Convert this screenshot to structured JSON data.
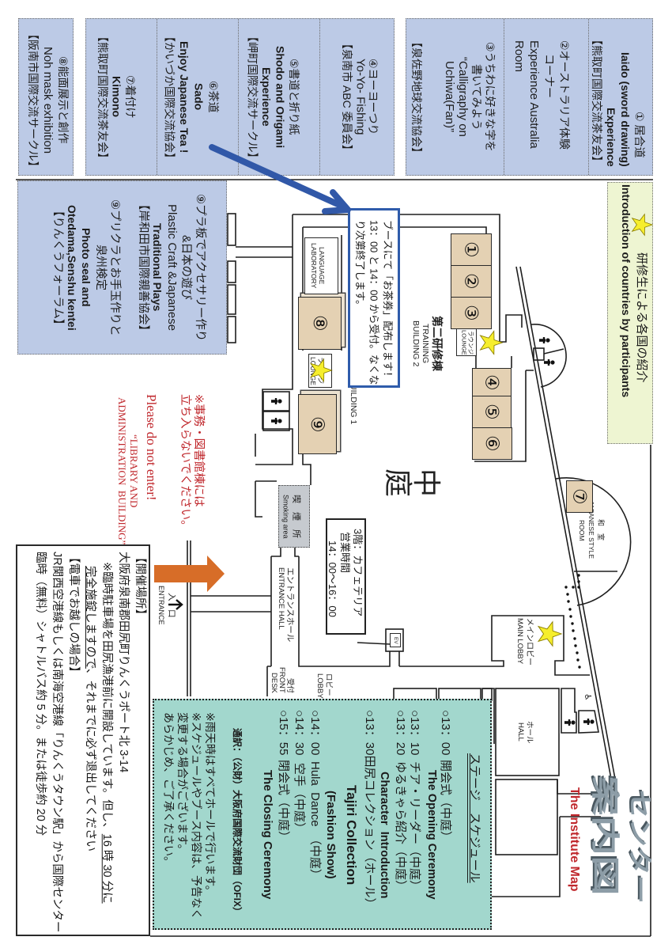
{
  "colors": {
    "booth_box": "#bccae6",
    "room_fill": "#e4d1b3",
    "schedule_box": "#a2d7cd",
    "intro_banner": "#eef5d2",
    "notice_red": "#c0282d",
    "callout_border": "#2f5cab",
    "arrow_blue": "#3158a8",
    "entrance_arrow": "#d76d28",
    "star_yellow": "#f6ee2c",
    "smoking_area": "#c6cacf",
    "title_gray": "#8d9da7"
  },
  "title": {
    "ja_line_1": "センター",
    "ja_line_2": "案内図",
    "en": "The Institute Map"
  },
  "intro_banner": {
    "icon": "star-icon",
    "ja": "研修生による各国の紹介",
    "en": "Introduction of countries by participants"
  },
  "booths": [
    {
      "lines": [
        "① 居合道",
        "Iaido (sword drawing)",
        "Experience",
        "【熊取町国際交流茶友会】"
      ]
    },
    {
      "lines": [
        "②オーストラリア体験",
        "コーナー",
        "Experience Australia",
        "Room"
      ]
    },
    {
      "lines": [
        "③うちわに好きな字を",
        "書いてみよう",
        "“Calligraphy on",
        "Uchiwa(Fan)”",
        "【泉佐野地球交流協会】"
      ]
    },
    {
      "lines": [
        "④ヨーヨーつり",
        "Yo-Yo- Fishing",
        "【泉南市 ABC 委員会】"
      ]
    },
    {
      "lines": [
        "⑤書道と折り紙",
        "Shodo and Origami",
        "Experience",
        "【岬町国際交流サークル】"
      ]
    },
    {
      "lines": [
        "⑥茶道",
        "Sado",
        "Enjoy Japanese Tea !",
        "【かいづか国際交流協会】"
      ]
    },
    {
      "lines": [
        "⑦着付け",
        "Kimono",
        "【熊取町国際交流茶友会】"
      ]
    },
    {
      "lines": [
        "⑧能面展示と創作",
        "Noh mask exhibition",
        "【阪南市国際交流サークル】"
      ]
    },
    {
      "lines": [
        "⑨プラ板でアクセサリー作り",
        "&日本の遊び",
        "Plastic Craft &Japanese",
        "Traditional Plays",
        "【岸和田市国際親善協会】",
        "⑨プリクラとお手玉作りと",
        "泉州検定",
        "Photo seal and",
        "Otedama,Senshu kentei",
        "【りんくうフォーラム】"
      ]
    }
  ],
  "callout": {
    "lines": [
      "ブースにて「お茶券」配布します！",
      "13：00 と 14：00 から受付。なくな",
      "り次第終了します。"
    ]
  },
  "notice": {
    "ja_line_1": "※事務・図書館棟には",
    "ja_line_2": "立ち入らないでください。",
    "en": "Please do not enter!",
    "building_line_1": "“LIBRARY AND",
    "building_line_2": "ADMINISTRATION  BUILDING”"
  },
  "venue": {
    "heading": "【開催場所】",
    "address": "大阪府泉南郡田尻町りんくうポート北 3-14",
    "parking_note": "※臨時駐車場を田尻漁港前に開設しています。但し、",
    "parking_deadline": "16 時 30 分に",
    "parking_lock": "完全施錠しますので",
    "parking_exit": "、それまでに必ず退出してください",
    "train_heading": "【電車でお越しの場合】",
    "train_line_1": "JR関西空港線もしくは南海空港線「りんくうタウン駅」から国際センター",
    "train_line_2": "臨時（無料）シャトルバス約 5 分。または徒歩約 20 分"
  },
  "schedule": {
    "heading": "ステージ　スケジュール",
    "items": [
      {
        "time": "○13：00",
        "title": "開会式（中庭）",
        "en": "The Opening Ceremony"
      },
      {
        "time": "○13：10",
        "title": "チア・リーダー（中庭）"
      },
      {
        "time": "○13：20",
        "title": "ゆるきゃら紹介（中庭）",
        "en": "Character  Introduction"
      },
      {
        "time": "○13：30",
        "title": "田尻コレクション（ホール）",
        "en": "Tajiri Collection",
        "en_sub": "(Fashion Show)"
      },
      {
        "time": "○14：00",
        "title": "Hula  Dance  （中庭）"
      },
      {
        "time": "○14：30",
        "title": "空手（中庭）"
      },
      {
        "time": "○15：55",
        "title": "閉会式（中庭）",
        "en": "The Closing Ceremony"
      }
    ],
    "interpreter": "通訳：（公財）大阪府国際交流財団（OFIX）",
    "notes": [
      "※雨天時はすべてホールで行います。",
      "※スケジュールやブース内容は、予告なく",
      "変更する場合がございます。",
      "あらかじめ、ご了承ください。"
    ]
  },
  "map": {
    "rooms": [
      "①",
      "②",
      "③",
      "④",
      "⑤",
      "⑥",
      "⑦",
      "⑧",
      "⑨"
    ],
    "training_building_2": {
      "ja": "第二研修棟",
      "en_1": "TRAINING",
      "en_2": "BUILDING 2"
    },
    "building_1": "BUILDING 1",
    "language_lab": {
      "line_1": "LANGUAGE",
      "line_2": "LABORATORY"
    },
    "lounge_1": {
      "ja": "ラウンジ",
      "en": "LOUNGE"
    },
    "lounge_2": {
      "ja": "ラウンジ",
      "en": "LOUNGE"
    },
    "courtyard": "中庭",
    "japanese_room": {
      "ja": "和　室",
      "en_1": "JAPANESE STYLE",
      "en_2": "ROOM"
    },
    "main_lobby": {
      "ja": "メインロビー",
      "en": "MAIN LOBBY"
    },
    "hall": {
      "ja": "ホール",
      "en": "HALL"
    },
    "entrance_hall": {
      "ja": "エントランスホール",
      "en": "ENTRANCE HALL"
    },
    "front_desk": {
      "ja": "受付",
      "en_1": "FRONT",
      "en_2": "DESK"
    },
    "lobby": {
      "ja": "ロビー",
      "en": "LOBBY"
    },
    "entrance": {
      "ja": "入　口",
      "en": "ENTRANCE"
    },
    "smoking_area": {
      "ja": "喫　煙　所",
      "en": "Smoking area"
    },
    "elevator": "EV",
    "cafeteria": {
      "line_1": "3階：カフェテリア",
      "line_2": "営業時間",
      "line_3": "14：00～16：00"
    },
    "wheelchair_icon": "♿"
  }
}
